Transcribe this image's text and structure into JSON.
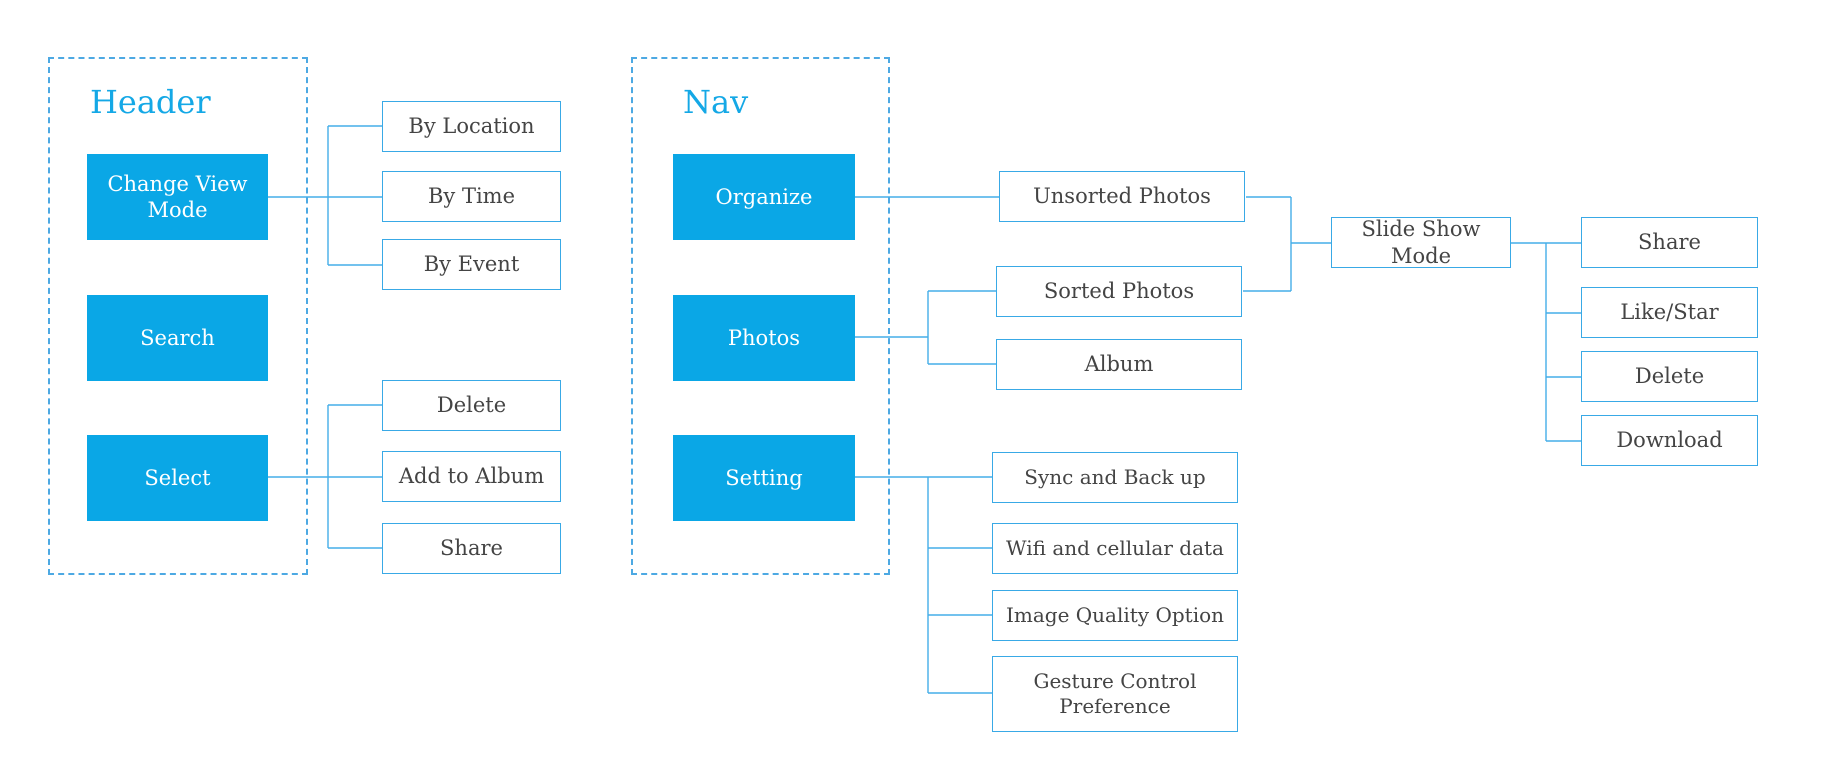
{
  "colors": {
    "accent": "#0aa7e6",
    "line": "#45aee8",
    "text": "#444444",
    "title": "#14a8e6"
  },
  "groups": {
    "header": {
      "title": "Header"
    },
    "nav": {
      "title": "Nav"
    }
  },
  "header": {
    "change_view_mode": "Change View Mode",
    "search": "Search",
    "select": "Select",
    "by_location": "By Location",
    "by_time": "By Time",
    "by_event": "By Event",
    "delete": "Delete",
    "add_to_album": "Add to Album",
    "share": "Share"
  },
  "nav": {
    "organize": "Organize",
    "photos": "Photos",
    "setting": "Setting",
    "unsorted_photos": "Unsorted Photos",
    "sorted_photos": "Sorted Photos",
    "album": "Album",
    "sync_and_back_up": "Sync and Back up",
    "wifi_and_cellular_data": "Wifi and cellular data",
    "image_quality_option": "Image Quality Option",
    "gesture_control_preference": "Gesture Control Preference"
  },
  "slideshow": {
    "mode": "Slide Show Mode",
    "share": "Share",
    "like_star": "Like/Star",
    "delete": "Delete",
    "download": "Download"
  }
}
